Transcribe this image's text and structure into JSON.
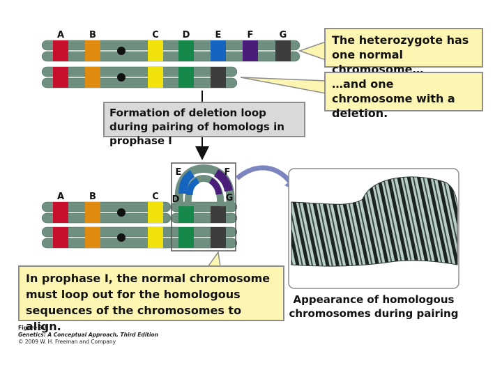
{
  "colors": {
    "chromosome": "#6f8f80",
    "chromosome_dark": "#4a6a5c",
    "centromere": "#111111",
    "callout_bg": "#fdf6b2",
    "label_box_bg": "#d9d9d9",
    "band_A": "#c8102e",
    "band_B": "#e08a10",
    "band_C": "#f2e20c",
    "band_D": "#16884a",
    "band_E": "#1565c0",
    "band_F": "#4a1d7a",
    "band_G": "#3d3d3d"
  },
  "top_panel": {
    "labels": [
      "A",
      "B",
      "C",
      "D",
      "E",
      "F",
      "G"
    ]
  },
  "callouts": {
    "normal": "The heterozygote has one normal chromosome…",
    "deletion": "…and one chromosome with a deletion.",
    "formation": "Formation of deletion loop during pairing of homologs in prophase I",
    "prophase": "In prophase I, the normal chromosome must loop out for the homologous sequences of the chromosomes to align."
  },
  "bottom_panel": {
    "labels": [
      "A",
      "B",
      "C",
      "D",
      "E",
      "F",
      "G"
    ]
  },
  "micrograph": {
    "caption": "Appearance of homologous chromosomes during pairing"
  },
  "credit": {
    "figure": "Figure 9-9",
    "book": "Genetics: A Conceptual Approach, Third Edition",
    "copyright": "© 2009 W. H. Freeman and Company"
  }
}
